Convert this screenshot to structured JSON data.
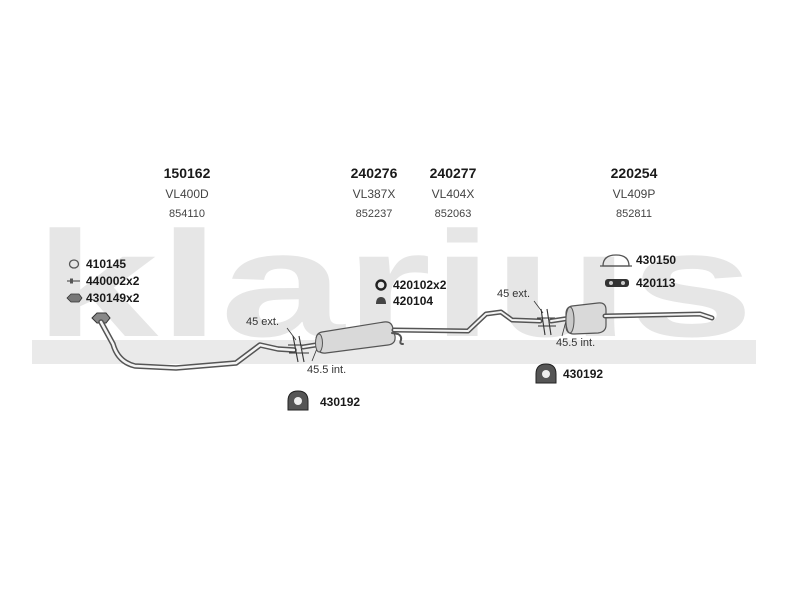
{
  "watermark": {
    "text": "klarius"
  },
  "parts": [
    {
      "number": "150162",
      "code": "VL400D",
      "ref": "854110"
    },
    {
      "number": "240276",
      "code": "VL387X",
      "ref": "852237"
    },
    {
      "number": "240277",
      "code": "VL404X",
      "ref": "852063"
    },
    {
      "number": "220254",
      "code": "VL409P",
      "ref": "852811"
    }
  ],
  "accessories": {
    "left": [
      {
        "label": "410145",
        "icon": "ring-gasket-icon"
      },
      {
        "label": "440002x2",
        "icon": "bolt-icon"
      },
      {
        "label": "430149x2",
        "icon": "flange-gasket-icon"
      }
    ],
    "mid": [
      {
        "label": "420102x2",
        "icon": "o-ring-icon"
      },
      {
        "label": "420104",
        "icon": "rubber-mount-icon"
      }
    ],
    "right": [
      {
        "label": "430150",
        "icon": "gasket-hanger-icon"
      },
      {
        "label": "420113",
        "icon": "rubber-hanger-icon"
      }
    ],
    "clamp_left": {
      "label": "430192",
      "icon": "clamp-icon"
    },
    "clamp_right": {
      "label": "430192",
      "icon": "clamp-icon"
    }
  },
  "joints": {
    "left": {
      "ext": "45 ext.",
      "int": "45.5 int."
    },
    "right": {
      "ext": "45 ext.",
      "int": "45.5 int."
    }
  }
}
